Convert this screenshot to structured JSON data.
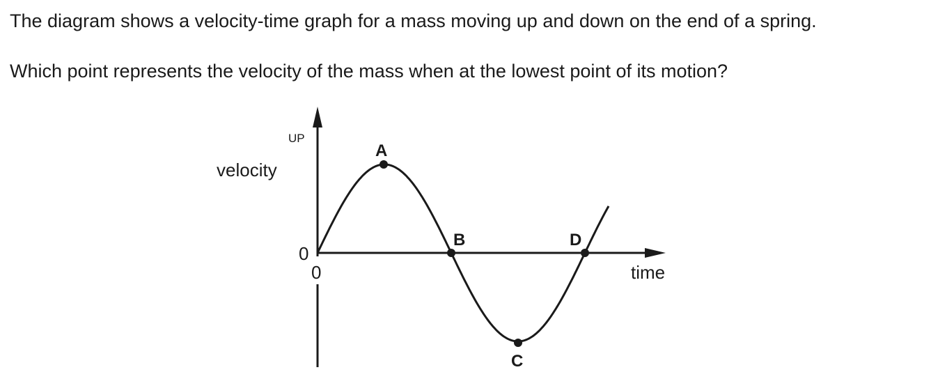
{
  "question": {
    "line1": "The diagram shows a velocity-time graph for a mass moving up and down on the end of a spring.",
    "line2": "Which point represents the velocity of the mass when at the lowest point of its motion?"
  },
  "graph": {
    "y_axis_label": "velocity",
    "y_direction_label": "UP",
    "x_axis_label": "time",
    "y_origin_label": "0",
    "x_origin_label": "0",
    "points": {
      "A": "A",
      "B": "B",
      "C": "C",
      "D": "D"
    }
  }
}
